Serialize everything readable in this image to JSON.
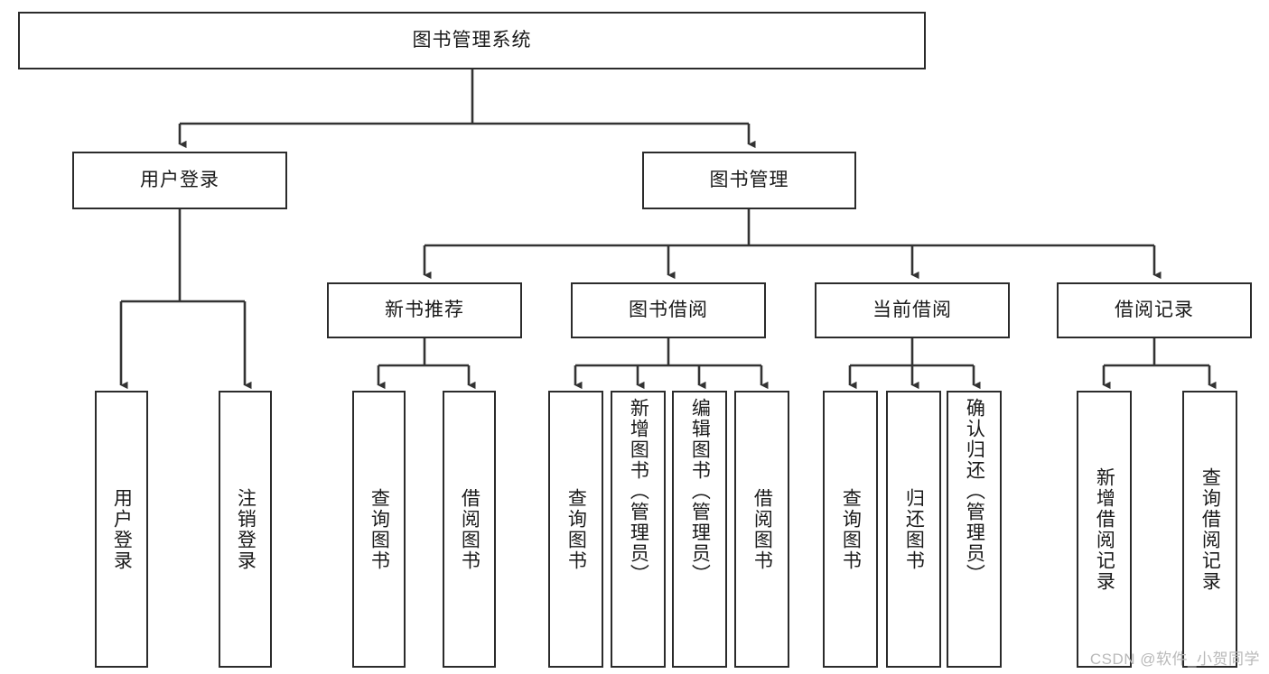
{
  "diagram": {
    "title": "图书管理系统",
    "type": "tree-hierarchy",
    "watermark": "CSDN @软件_小贺同学",
    "colors": {
      "box_border": "#2b2b2b",
      "box_fill": "#ffffff",
      "connector": "#333333",
      "text": "#1a1a1a",
      "watermark": "#b9b9b9",
      "background": "#ffffff"
    },
    "root": {
      "label": "图书管理系统"
    },
    "level1": [
      {
        "label": "用户登录"
      },
      {
        "label": "图书管理"
      }
    ],
    "level2": [
      {
        "label": "新书推荐"
      },
      {
        "label": "图书借阅"
      },
      {
        "label": "当前借阅"
      },
      {
        "label": "借阅记录"
      }
    ],
    "leaves": {
      "user_login": [
        {
          "label": "用户登录"
        },
        {
          "label": "注销登录"
        }
      ],
      "new_book": [
        {
          "label": "查询图书"
        },
        {
          "label": "借阅图书"
        }
      ],
      "book_borrow": [
        {
          "label": "查询图书"
        },
        {
          "label": "新增图书（管理员）"
        },
        {
          "label": "编辑图书（管理员）"
        },
        {
          "label": "借阅图书"
        }
      ],
      "current_borrow": [
        {
          "label": "查询图书"
        },
        {
          "label": "归还图书"
        },
        {
          "label": "确认归还（管理员）"
        }
      ],
      "borrow_record": [
        {
          "label": "新增借阅记录"
        },
        {
          "label": "查询借阅记录"
        }
      ]
    }
  }
}
